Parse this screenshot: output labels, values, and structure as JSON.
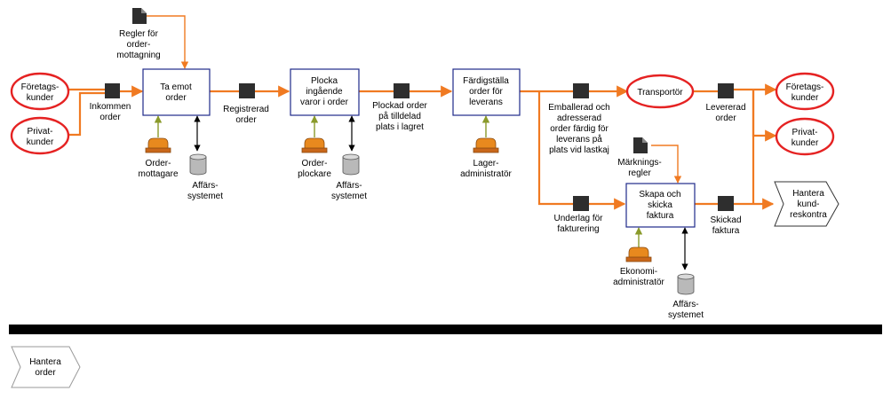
{
  "external": {
    "foretagskunder_left": [
      "Företags-",
      "kunder"
    ],
    "privatkunder_left": [
      "Privat-",
      "kunder"
    ],
    "foretagskunder_right": [
      "Företags-",
      "kunder"
    ],
    "privatkunder_right": [
      "Privat-",
      "kunder"
    ],
    "transportor": [
      "Transportör"
    ]
  },
  "processes": {
    "ta_emot": [
      "Ta emot",
      "order"
    ],
    "plocka": [
      "Plocka",
      "ingående",
      "varor i order"
    ],
    "fardigstalla": [
      "Färdigställa",
      "order för",
      "leverans"
    ],
    "skapa_faktura": [
      "Skapa och",
      "skicka",
      "faktura"
    ]
  },
  "objects": {
    "inkommen_order": [
      "Inkommen",
      "order"
    ],
    "registrerad_order": [
      "Registrerad",
      "order"
    ],
    "plockad_order": [
      "Plockad order",
      "på tilldelad",
      "plats i lagret"
    ],
    "emballerad": [
      "Emballerad och",
      "adresserad",
      "order färdig för",
      "leverans på",
      "plats vid lastkaj"
    ],
    "levererad_order": [
      "Levererad",
      "order"
    ],
    "underlag": [
      "Underlag för",
      "fakturering"
    ],
    "skickad_faktura": [
      "Skickad",
      "faktura"
    ]
  },
  "documents": {
    "regler": [
      "Regler för",
      "order-",
      "mottagning"
    ],
    "markningsregler": [
      "Märknings-",
      "regler"
    ]
  },
  "actors": {
    "ordermottagare": [
      "Order-",
      "mottagare"
    ],
    "orderplockare": [
      "Order-",
      "plockare"
    ],
    "lageradministrator": [
      "Lager-",
      "administratör"
    ],
    "ekonomiadministrator": [
      "Ekonomi-",
      "administratör"
    ]
  },
  "systems": {
    "affarssystemet_1": [
      "Affärs-",
      "systemet"
    ],
    "affarssystemet_2": [
      "Affärs-",
      "systemet"
    ],
    "affarssystemet_3": [
      "Affärs-",
      "systemet"
    ]
  },
  "chevrons": {
    "hantera_kundreskontra": [
      "Hantera",
      "kund-",
      "reskontra"
    ],
    "hantera_order": [
      "Hantera",
      "order"
    ]
  },
  "colors": {
    "flow": "#f07a22",
    "external_border": "#e52222",
    "process_border": "#1f2a8a",
    "control": "#8a9a2a",
    "actor": "#e8891e"
  }
}
